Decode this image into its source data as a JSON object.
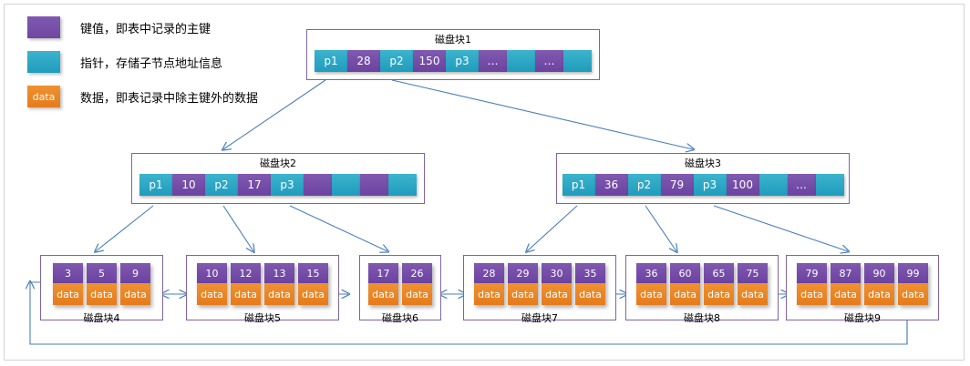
{
  "legend": {
    "items": [
      {
        "icon": "key-swatch",
        "swatch_label": "",
        "text": "键值，即表中记录的主键"
      },
      {
        "icon": "pointer-swatch",
        "swatch_label": "",
        "text": "指针，存储子节点地址信息"
      },
      {
        "icon": "data-swatch",
        "swatch_label": "data",
        "text": "数据，即表记录中除主键外的数据"
      }
    ]
  },
  "colors": {
    "key_purple": "#7A52A8",
    "pointer_cyan": "#2FA9C6",
    "data_orange": "#ED8B2E",
    "box_border": "#8064A2",
    "arrow_blue": "#4A7EBB",
    "page_border": "#D4D4D4"
  },
  "tree": {
    "root": {
      "title": "磁盘块1",
      "cells": [
        {
          "type": "ptr",
          "label": "p1",
          "w": 36
        },
        {
          "type": "key",
          "label": "28",
          "w": 36
        },
        {
          "type": "ptr",
          "label": "p2",
          "w": 36
        },
        {
          "type": "key",
          "label": "150",
          "w": 36
        },
        {
          "type": "ptr",
          "label": "p3",
          "w": 36
        },
        {
          "type": "key",
          "label": "…",
          "w": 31
        },
        {
          "type": "ptr",
          "label": "",
          "w": 31
        },
        {
          "type": "key",
          "label": "…",
          "w": 31
        },
        {
          "type": "ptr",
          "label": "",
          "w": 31
        }
      ]
    },
    "internal": [
      {
        "title": "磁盘块2",
        "cells": [
          {
            "type": "ptr",
            "label": "p1",
            "w": 36
          },
          {
            "type": "key",
            "label": "10",
            "w": 36
          },
          {
            "type": "ptr",
            "label": "p2",
            "w": 36
          },
          {
            "type": "key",
            "label": "17",
            "w": 36
          },
          {
            "type": "ptr",
            "label": "p3",
            "w": 36
          },
          {
            "type": "key",
            "label": "",
            "w": 31
          },
          {
            "type": "ptr",
            "label": "",
            "w": 31
          },
          {
            "type": "key",
            "label": "",
            "w": 31
          },
          {
            "type": "ptr",
            "label": "",
            "w": 31
          }
        ]
      },
      {
        "title": "磁盘块3",
        "cells": [
          {
            "type": "ptr",
            "label": "p1",
            "w": 36
          },
          {
            "type": "key",
            "label": "36",
            "w": 36
          },
          {
            "type": "ptr",
            "label": "p2",
            "w": 36
          },
          {
            "type": "key",
            "label": "79",
            "w": 36
          },
          {
            "type": "ptr",
            "label": "p3",
            "w": 36
          },
          {
            "type": "key",
            "label": "100",
            "w": 36
          },
          {
            "type": "ptr",
            "label": "",
            "w": 31
          },
          {
            "type": "key",
            "label": "…",
            "w": 31
          },
          {
            "type": "ptr",
            "label": "",
            "w": 31
          }
        ]
      }
    ],
    "leaves": [
      {
        "title": "磁盘块4",
        "keys": [
          "3",
          "5",
          "9"
        ],
        "data_label": "data"
      },
      {
        "title": "磁盘块5",
        "keys": [
          "10",
          "12",
          "13",
          "15"
        ],
        "data_label": "data"
      },
      {
        "title": "磁盘块6",
        "keys": [
          "17",
          "26"
        ],
        "data_label": "data"
      },
      {
        "title": "磁盘块7",
        "keys": [
          "28",
          "29",
          "30",
          "35"
        ],
        "data_label": "data"
      },
      {
        "title": "磁盘块8",
        "keys": [
          "36",
          "60",
          "65",
          "75"
        ],
        "data_label": "data"
      },
      {
        "title": "磁盘块9",
        "keys": [
          "79",
          "87",
          "90",
          "99"
        ],
        "data_label": "data"
      }
    ]
  }
}
